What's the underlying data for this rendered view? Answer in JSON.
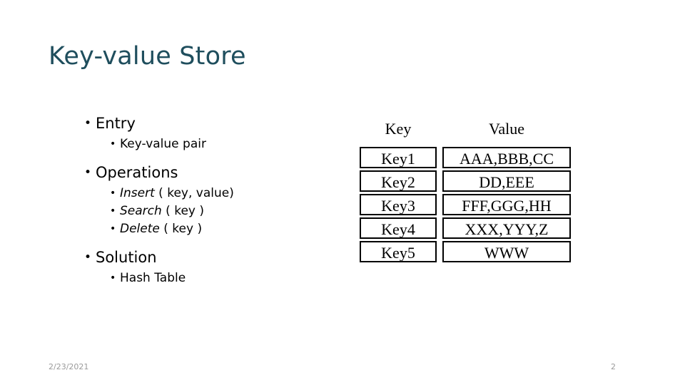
{
  "slide": {
    "title": "Key-value Store",
    "title_color": "#1F4E5D",
    "background_color": "#FFFFFF"
  },
  "bullets": {
    "entry": {
      "label": "Entry",
      "sub": [
        {
          "label": "Key-value pair"
        }
      ]
    },
    "operations": {
      "label": "Operations",
      "sub": [
        {
          "name": "Insert",
          "args": " ( key, value)"
        },
        {
          "name": "Search",
          "args": " ( key )"
        },
        {
          "name": "Delete",
          "args": " ( key )"
        }
      ]
    },
    "solution": {
      "label": "Solution",
      "sub": [
        {
          "label": "Hash  Table"
        }
      ]
    }
  },
  "table": {
    "headers": {
      "key": "Key",
      "value": "Value"
    },
    "rows": [
      {
        "key": "Key1",
        "value": "AAA,BBB,CC"
      },
      {
        "key": "Key2",
        "value": "DD,EEE"
      },
      {
        "key": "Key3",
        "value": "FFF,GGG,HH"
      },
      {
        "key": "Key4",
        "value": "XXX,YYY,Z"
      },
      {
        "key": "Key5",
        "value": "WWW"
      }
    ]
  },
  "footer": {
    "date": "2/23/2021",
    "page_number": "2",
    "text_color": "#9A9A9A"
  },
  "icons": {
    "bullet_level1": "•",
    "bullet_level2": "•"
  }
}
